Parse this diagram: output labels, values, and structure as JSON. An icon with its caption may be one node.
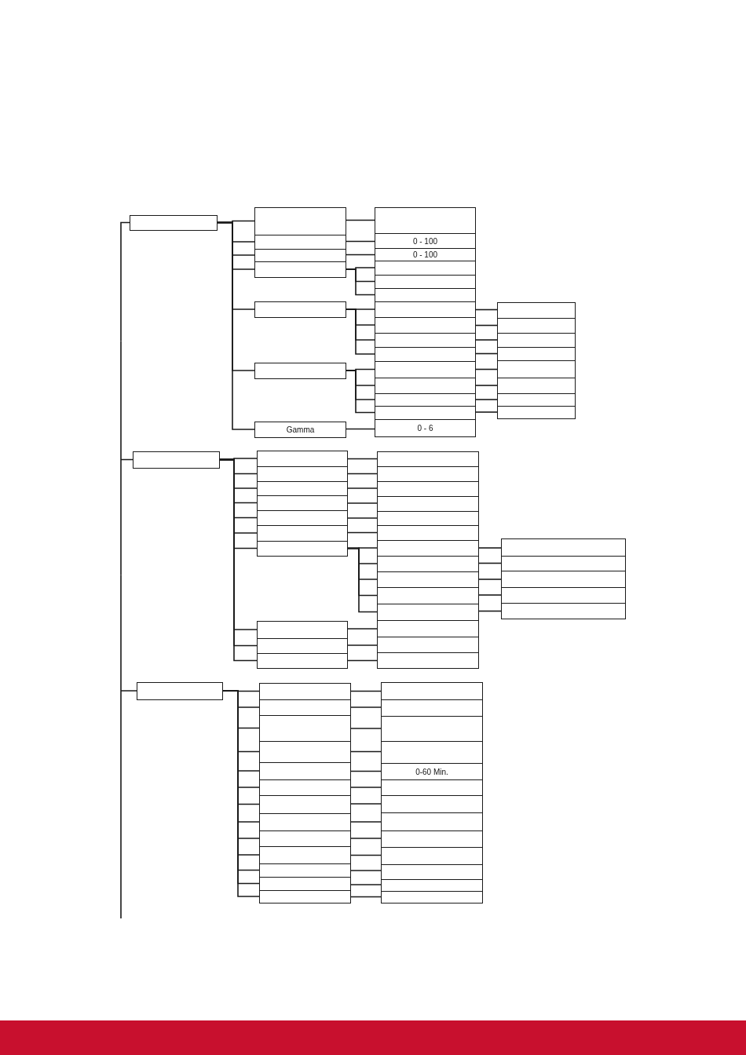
{
  "diagram": {
    "nodes": [
      {
        "text": [],
        "shape": "box"
      },
      {
        "text": [],
        "shape": "box"
      },
      {
        "text": [],
        "shape": "box"
      },
      {
        "text": [],
        "shape": "box"
      },
      {
        "text": [],
        "shape": "box"
      },
      {
        "text": [],
        "shape": "box"
      },
      {
        "text": [],
        "shape": "box"
      },
      {
        "text": [
          "Gamma"
        ]
      },
      {
        "text": [],
        "shape": "box"
      },
      {
        "text": [
          "0 - 100"
        ]
      },
      {
        "text": [
          "0 - 100"
        ]
      },
      {
        "text": [],
        "shape": "box"
      },
      {
        "text": [],
        "shape": "box"
      },
      {
        "text": [],
        "shape": "box"
      },
      {
        "text": [],
        "shape": "box"
      },
      {
        "text": [],
        "shape": "box"
      },
      {
        "text": [],
        "shape": "box"
      },
      {
        "text": [],
        "shape": "box"
      },
      {
        "text": [],
        "shape": "box"
      },
      {
        "text": [],
        "shape": "box"
      },
      {
        "text": [],
        "shape": "box"
      },
      {
        "text": [],
        "shape": "box"
      },
      {
        "text": [
          "0 - 6"
        ]
      },
      {
        "text": [],
        "shape": "box"
      },
      {
        "text": [],
        "shape": "box"
      },
      {
        "text": [],
        "shape": "box"
      },
      {
        "text": [],
        "shape": "box"
      },
      {
        "text": [],
        "shape": "box"
      },
      {
        "text": [],
        "shape": "box"
      },
      {
        "text": [],
        "shape": "box"
      },
      {
        "text": [],
        "shape": "box"
      },
      {
        "text": [],
        "shape": "box"
      },
      {
        "text": [],
        "shape": "box"
      },
      {
        "text": [],
        "shape": "box"
      },
      {
        "text": [],
        "shape": "box"
      },
      {
        "text": [],
        "shape": "box"
      },
      {
        "text": [],
        "shape": "box"
      },
      {
        "text": [],
        "shape": "box"
      },
      {
        "text": [],
        "shape": "box"
      },
      {
        "text": [],
        "shape": "box"
      },
      {
        "text": [],
        "shape": "box"
      },
      {
        "text": [],
        "shape": "box"
      },
      {
        "text": [],
        "shape": "box"
      },
      {
        "text": [],
        "shape": "box"
      },
      {
        "text": [],
        "shape": "box"
      },
      {
        "text": [],
        "shape": "box"
      },
      {
        "text": [],
        "shape": "box"
      },
      {
        "text": [],
        "shape": "box"
      },
      {
        "text": [],
        "shape": "box"
      },
      {
        "text": [],
        "shape": "box"
      },
      {
        "text": [],
        "shape": "box"
      },
      {
        "text": [],
        "shape": "box"
      },
      {
        "text": [],
        "shape": "box"
      },
      {
        "text": [],
        "shape": "box"
      },
      {
        "text": [],
        "shape": "box"
      },
      {
        "text": [],
        "shape": "box"
      },
      {
        "text": [],
        "shape": "box"
      },
      {
        "text": [],
        "shape": "box"
      },
      {
        "text": [],
        "shape": "box"
      },
      {
        "text": [],
        "shape": "box"
      },
      {
        "text": [],
        "shape": "box"
      },
      {
        "text": [],
        "shape": "box"
      },
      {
        "text": [],
        "shape": "box"
      },
      {
        "text": [],
        "shape": "box"
      },
      {
        "text": [],
        "shape": "box"
      },
      {
        "text": [],
        "shape": "box"
      },
      {
        "text": [],
        "shape": "box"
      },
      {
        "text": [],
        "shape": "box"
      },
      {
        "text": [],
        "shape": "box"
      },
      {
        "text": [],
        "shape": "box"
      },
      {
        "text": [],
        "shape": "box"
      },
      {
        "text": [],
        "shape": "box"
      },
      {
        "text": [],
        "shape": "box"
      },
      {
        "text": [],
        "shape": "box"
      },
      {
        "text": [],
        "shape": "box"
      },
      {
        "text": [],
        "shape": "box"
      },
      {
        "text": [],
        "shape": "box"
      },
      {
        "text": [],
        "shape": "box"
      },
      {
        "text": [],
        "shape": "box"
      },
      {
        "text": [
          "0-60 Min."
        ]
      },
      {
        "text": [],
        "shape": "box"
      },
      {
        "text": [],
        "shape": "box"
      },
      {
        "text": [],
        "shape": "box"
      },
      {
        "text": [],
        "shape": "box"
      },
      {
        "text": [],
        "shape": "box"
      },
      {
        "text": [],
        "shape": "box"
      },
      {
        "text": [],
        "shape": "box"
      },
      {
        "text": [],
        "shape": "box"
      }
    ],
    "edges": [
      {
        "from": null,
        "to": 0,
        "arrow": "none"
      },
      {
        "from": null,
        "to": 31,
        "arrow": "none"
      },
      {
        "from": null,
        "to": 61,
        "arrow": "none"
      },
      {
        "from": 0,
        "to": 1,
        "arrow": "none"
      },
      {
        "from": 0,
        "to": 2,
        "arrow": "none"
      },
      {
        "from": 0,
        "to": 3,
        "arrow": "none"
      },
      {
        "from": 0,
        "to": 4,
        "arrow": "none"
      },
      {
        "from": 0,
        "to": 5,
        "arrow": "none"
      },
      {
        "from": 0,
        "to": 6,
        "arrow": "none"
      },
      {
        "from": 0,
        "to": 7,
        "arrow": "none"
      },
      {
        "from": 1,
        "to": 8,
        "arrow": "none"
      },
      {
        "from": 2,
        "to": 9,
        "arrow": "none"
      },
      {
        "from": 3,
        "to": 10,
        "arrow": "none"
      },
      {
        "from": 4,
        "to": 11,
        "arrow": "none"
      },
      {
        "from": 4,
        "to": 12,
        "arrow": "none"
      },
      {
        "from": 4,
        "to": 13,
        "arrow": "none"
      },
      {
        "from": 5,
        "to": 14,
        "arrow": "none"
      },
      {
        "from": 5,
        "to": 15,
        "arrow": "none"
      },
      {
        "from": 5,
        "to": 16,
        "arrow": "none"
      },
      {
        "from": 5,
        "to": 17,
        "arrow": "none"
      },
      {
        "from": 6,
        "to": 18,
        "arrow": "none"
      },
      {
        "from": 6,
        "to": 19,
        "arrow": "none"
      },
      {
        "from": 6,
        "to": 20,
        "arrow": "none"
      },
      {
        "from": 6,
        "to": 21,
        "arrow": "none"
      },
      {
        "from": 7,
        "to": 22,
        "arrow": "none"
      },
      {
        "from": 14,
        "to": 23,
        "arrow": "none"
      },
      {
        "from": 15,
        "to": 24,
        "arrow": "none"
      },
      {
        "from": 16,
        "to": 25,
        "arrow": "none"
      },
      {
        "from": 17,
        "to": 26,
        "arrow": "none"
      },
      {
        "from": 18,
        "to": 27,
        "arrow": "none"
      },
      {
        "from": 19,
        "to": 28,
        "arrow": "none"
      },
      {
        "from": 20,
        "to": 29,
        "arrow": "none"
      },
      {
        "from": 21,
        "to": 30,
        "arrow": "none"
      },
      {
        "from": 31,
        "to": 32,
        "arrow": "none"
      },
      {
        "from": 31,
        "to": 33,
        "arrow": "none"
      },
      {
        "from": 31,
        "to": 34,
        "arrow": "none"
      },
      {
        "from": 31,
        "to": 35,
        "arrow": "none"
      },
      {
        "from": 31,
        "to": 36,
        "arrow": "none"
      },
      {
        "from": 31,
        "to": 37,
        "arrow": "none"
      },
      {
        "from": 31,
        "to": 38,
        "arrow": "none"
      },
      {
        "from": 31,
        "to": 39,
        "arrow": "none"
      },
      {
        "from": 31,
        "to": 40,
        "arrow": "none"
      },
      {
        "from": 31,
        "to": 41,
        "arrow": "none"
      },
      {
        "from": 32,
        "to": 42,
        "arrow": "none"
      },
      {
        "from": 33,
        "to": 43,
        "arrow": "none"
      },
      {
        "from": 34,
        "to": 44,
        "arrow": "none"
      },
      {
        "from": 35,
        "to": 45,
        "arrow": "none"
      },
      {
        "from": 36,
        "to": 46,
        "arrow": "none"
      },
      {
        "from": 37,
        "to": 47,
        "arrow": "none"
      },
      {
        "from": 38,
        "to": 48,
        "arrow": "none"
      },
      {
        "from": 38,
        "to": 49,
        "arrow": "none"
      },
      {
        "from": 38,
        "to": 50,
        "arrow": "none"
      },
      {
        "from": 38,
        "to": 51,
        "arrow": "none"
      },
      {
        "from": 38,
        "to": 52,
        "arrow": "none"
      },
      {
        "from": 39,
        "to": 53,
        "arrow": "none"
      },
      {
        "from": 40,
        "to": 54,
        "arrow": "none"
      },
      {
        "from": 41,
        "to": 55,
        "arrow": "none"
      },
      {
        "from": 48,
        "to": 56,
        "arrow": "none"
      },
      {
        "from": 49,
        "to": 57,
        "arrow": "none"
      },
      {
        "from": 50,
        "to": 58,
        "arrow": "none"
      },
      {
        "from": 51,
        "to": 59,
        "arrow": "none"
      },
      {
        "from": 52,
        "to": 60,
        "arrow": "none"
      },
      {
        "from": 61,
        "to": 62,
        "arrow": "none"
      },
      {
        "from": 61,
        "to": 63,
        "arrow": "none"
      },
      {
        "from": 61,
        "to": 64,
        "arrow": "none"
      },
      {
        "from": 61,
        "to": 65,
        "arrow": "none"
      },
      {
        "from": 61,
        "to": 66,
        "arrow": "none"
      },
      {
        "from": 61,
        "to": 67,
        "arrow": "none"
      },
      {
        "from": 61,
        "to": 68,
        "arrow": "none"
      },
      {
        "from": 61,
        "to": 69,
        "arrow": "none"
      },
      {
        "from": 61,
        "to": 70,
        "arrow": "none"
      },
      {
        "from": 61,
        "to": 71,
        "arrow": "none"
      },
      {
        "from": 61,
        "to": 72,
        "arrow": "none"
      },
      {
        "from": 61,
        "to": 73,
        "arrow": "none"
      },
      {
        "from": 61,
        "to": 74,
        "arrow": "none"
      },
      {
        "from": 62,
        "to": 75,
        "arrow": "none"
      },
      {
        "from": 63,
        "to": 76,
        "arrow": "none"
      },
      {
        "from": 64,
        "to": 77,
        "arrow": "none"
      },
      {
        "from": 65,
        "to": 78,
        "arrow": "none"
      },
      {
        "from": 66,
        "to": 79,
        "arrow": "none"
      },
      {
        "from": 67,
        "to": 80,
        "arrow": "none"
      },
      {
        "from": 68,
        "to": 81,
        "arrow": "none"
      },
      {
        "from": 69,
        "to": 82,
        "arrow": "none"
      },
      {
        "from": 70,
        "to": 83,
        "arrow": "none"
      },
      {
        "from": 71,
        "to": 84,
        "arrow": "none"
      },
      {
        "from": 72,
        "to": 85,
        "arrow": "none"
      },
      {
        "from": 73,
        "to": 86,
        "arrow": "none"
      },
      {
        "from": 74,
        "to": 87,
        "arrow": "none"
      }
    ]
  }
}
